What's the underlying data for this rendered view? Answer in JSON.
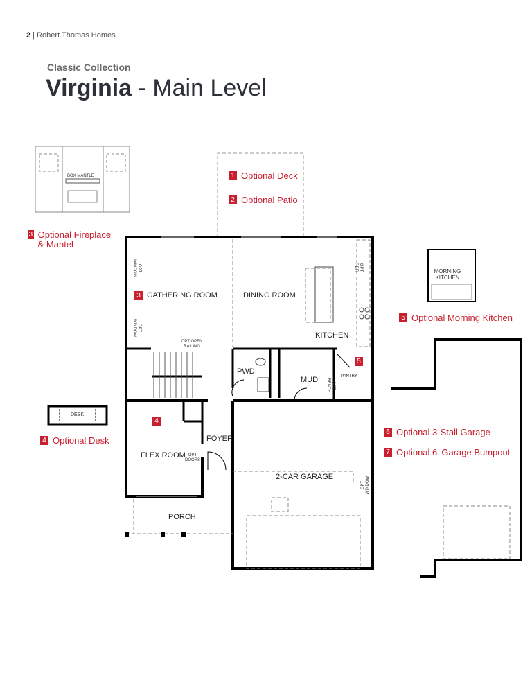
{
  "header": {
    "page_number": "2",
    "brand": "Robert Thomas Homes"
  },
  "collection": "Classic Collection",
  "title": {
    "name": "Virginia",
    "level": "- Main Level"
  },
  "options": [
    {
      "number": "1",
      "label": "Optional Deck"
    },
    {
      "number": "2",
      "label": "Optional Patio"
    },
    {
      "number": "3",
      "label": "Optional Fireplace & Mantel"
    },
    {
      "number": "4",
      "label": "Optional Desk"
    },
    {
      "number": "5",
      "label": "Optional Morning Kitchen"
    },
    {
      "number": "6",
      "label": "Optional 3-Stall Garage"
    },
    {
      "number": "7",
      "label": "Optional 6' Garage Bumpout"
    }
  ],
  "rooms": {
    "gathering": "GATHERING ROOM",
    "dining": "DINING ROOM",
    "kitchen": "KITCHEN",
    "pwd": "PWD",
    "mud": "MUD",
    "pantry": "PANTRY",
    "foyer": "FOYER",
    "flex": "FLEX ROOM",
    "garage": "2-CAR GARAGE",
    "porch": "PORCH",
    "morning_kitchen": "MORNING KITCHEN",
    "desk": "DESK",
    "box_mantle": "BOX MANTLE"
  },
  "notes": {
    "opt_window": "OPT WINDOW",
    "opt_open_railing": "OPT OPEN RAILING",
    "opt_refi": "OPT REFI",
    "opt_bench": "OPT BENCH",
    "opt_doors": "OPT DOORS"
  },
  "colors": {
    "accent": "#c8202e",
    "wall": "#000000",
    "text": "#2c3038"
  }
}
